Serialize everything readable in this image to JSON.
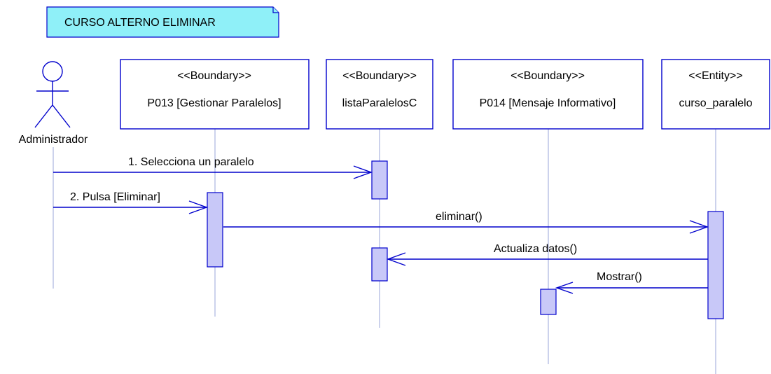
{
  "diagram": {
    "type": "sequence",
    "title": "CURSO ALTERNO ELIMINAR",
    "colors": {
      "line": "#0000cc",
      "note_fill": "#8ff0f8",
      "activation_fill": "#c8c8f8",
      "lifeline": "#9aa4d8",
      "box_fill": "#ffffff"
    },
    "actor": {
      "label": "Administrador",
      "icon": "stick-figure-icon"
    },
    "objects": [
      {
        "stereotype": "<<Boundary>>",
        "name": "P013 [Gestionar Paralelos]"
      },
      {
        "stereotype": "<<Boundary>>",
        "name": "listaParalelosC"
      },
      {
        "stereotype": "<<Boundary>>",
        "name": "P014 [Mensaje Informativo]"
      },
      {
        "stereotype": "<<Entity>>",
        "name": "curso_paralelo"
      }
    ],
    "messages": [
      {
        "label": "1. Selecciona un paralelo",
        "from": "Administrador",
        "to": "listaParalelosC"
      },
      {
        "label": "2. Pulsa [Eliminar]",
        "from": "Administrador",
        "to": "P013 [Gestionar Paralelos]"
      },
      {
        "label": "eliminar()",
        "from": "P013 [Gestionar Paralelos]",
        "to": "curso_paralelo"
      },
      {
        "label": "Actualiza datos()",
        "from": "curso_paralelo",
        "to": "listaParalelosC"
      },
      {
        "label": "Mostrar()",
        "from": "curso_paralelo",
        "to": "P014 [Mensaje Informativo]"
      }
    ]
  }
}
